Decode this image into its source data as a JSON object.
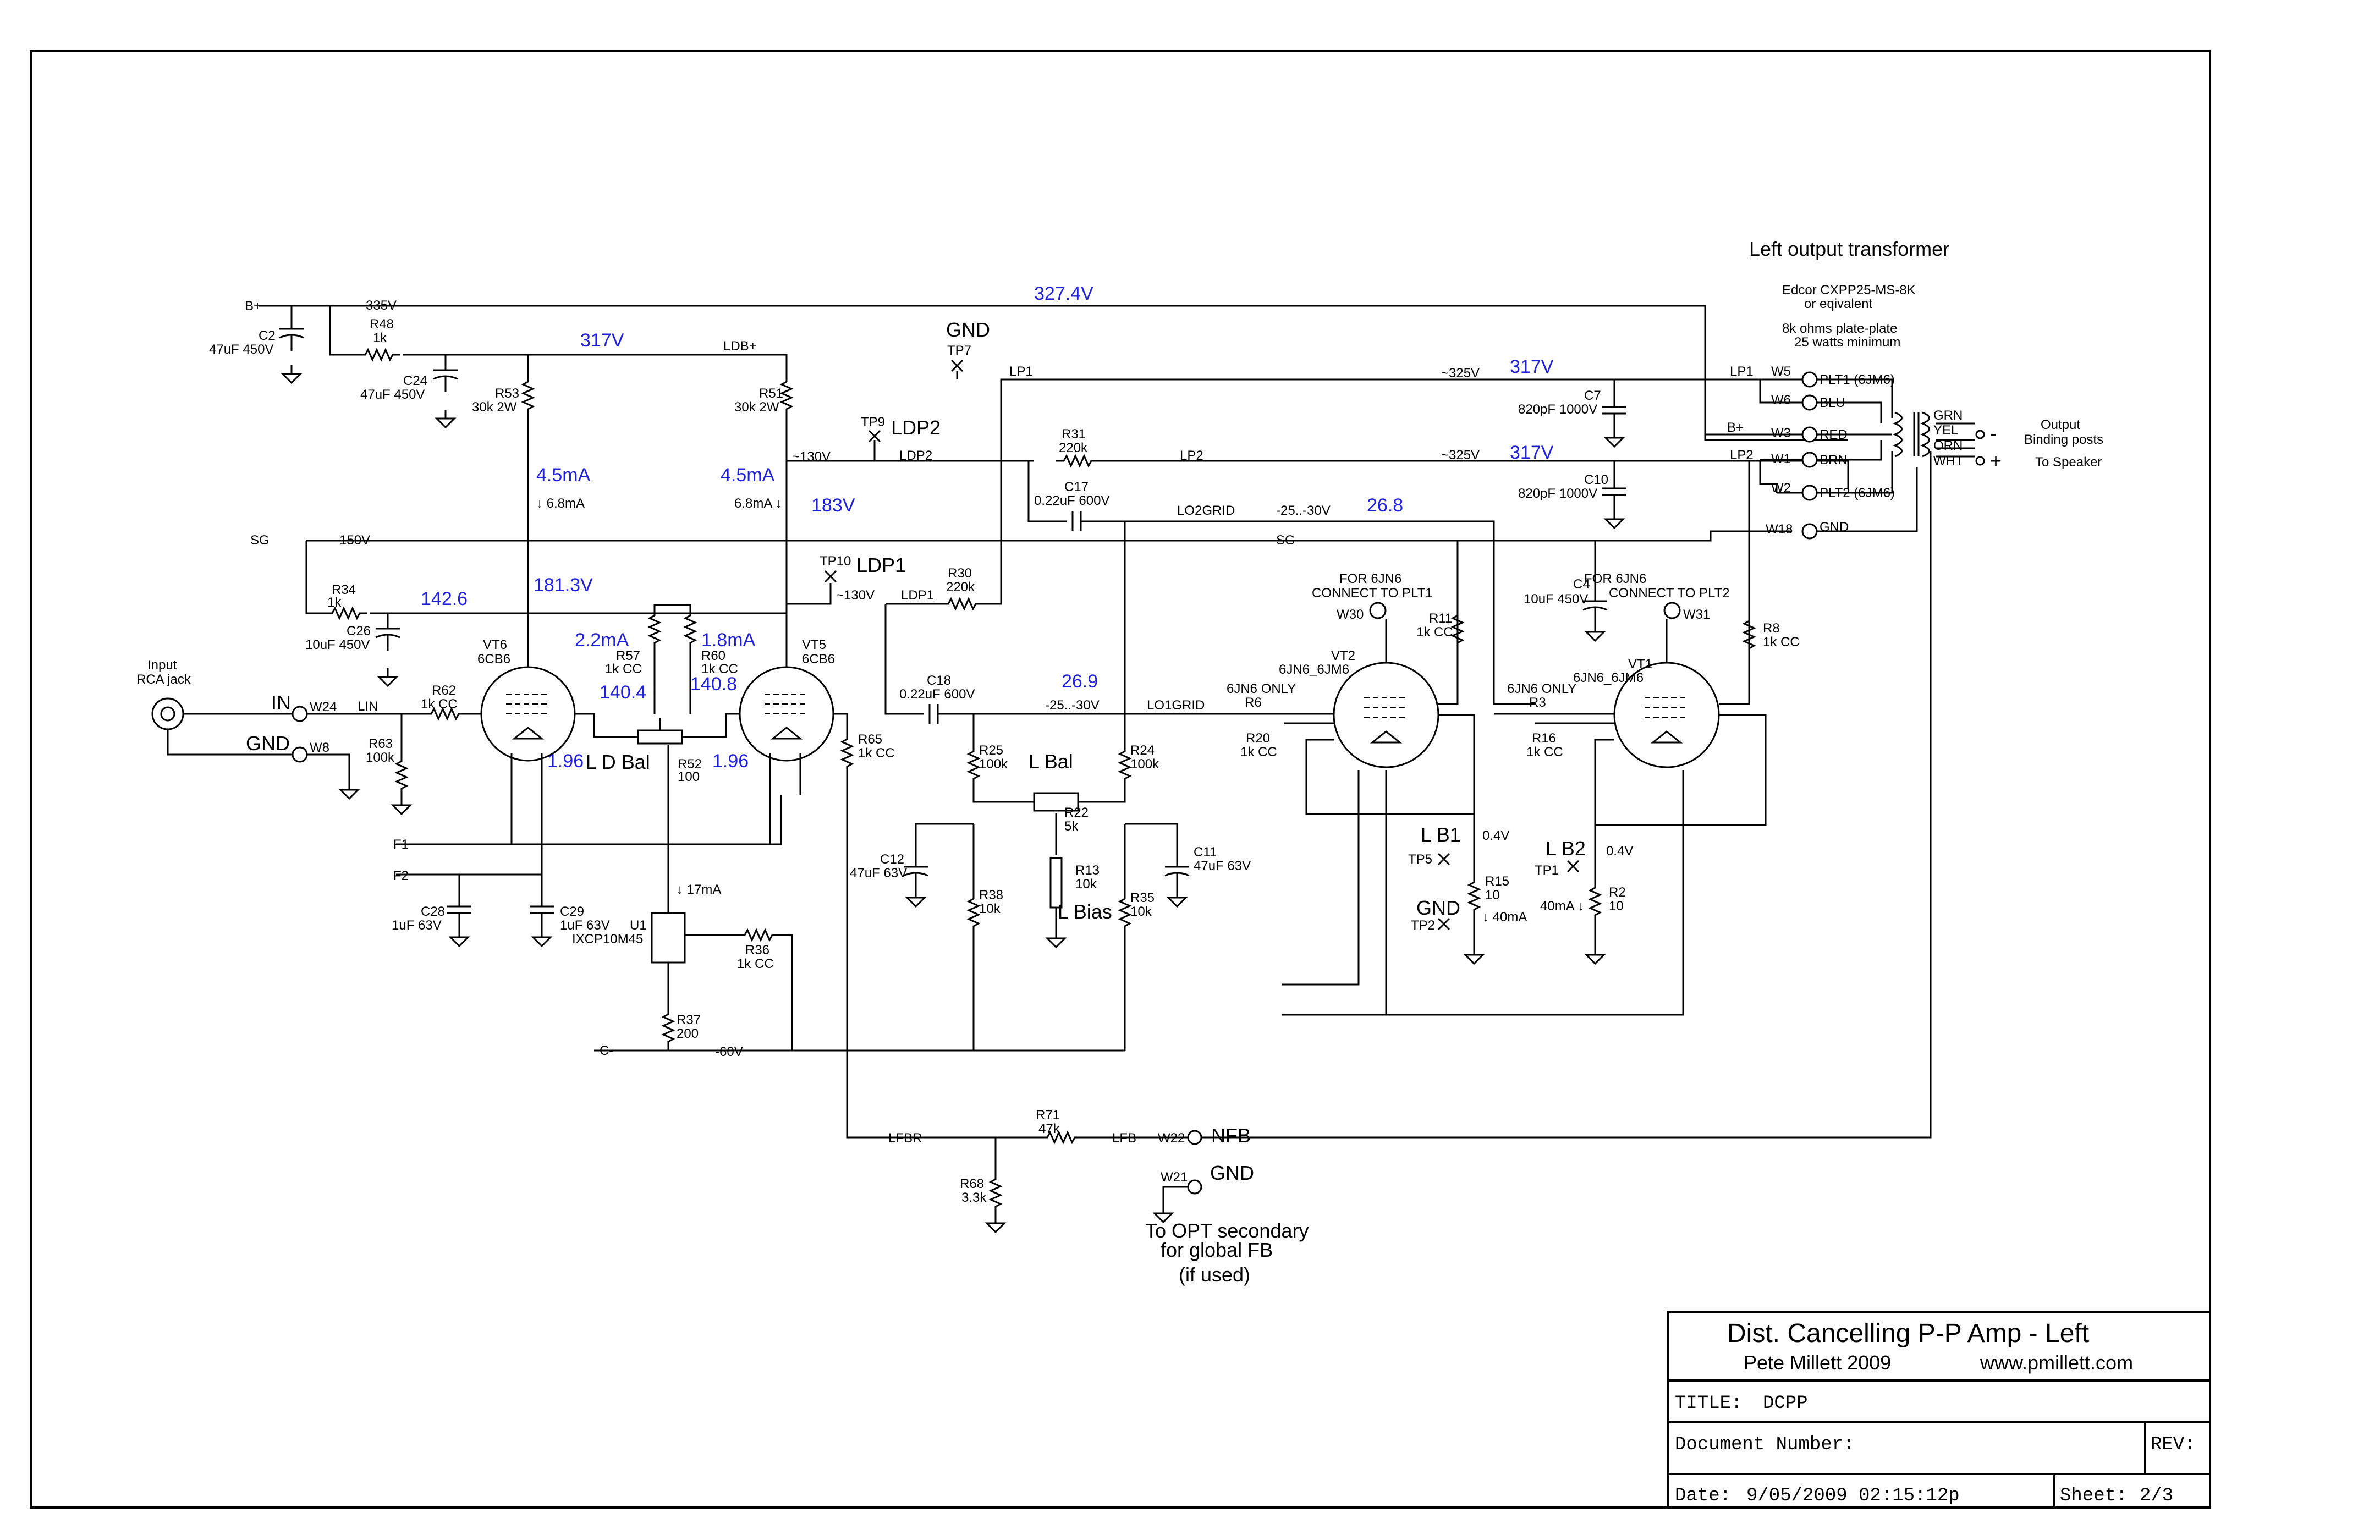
{
  "title_block": {
    "title": "Dist. Cancelling P-P Amp - Left",
    "author": "Pete Millett 2009",
    "url": "www.pmillett.com",
    "title_label": "TITLE:",
    "title_value": "DCPP",
    "doc_number_label": "Document Number:",
    "rev_label": "REV:",
    "date_label": "Date:",
    "date_value": "9/05/2009 02:15:12p",
    "sheet_label": "Sheet:",
    "sheet_value": "2/3"
  },
  "rails": {
    "bplus": "B+",
    "v335": "335V",
    "sg": "SG",
    "v150": "150V",
    "f1": "F1",
    "f2": "F2",
    "cminus": "C-",
    "vm60": "-60V",
    "ldbplus": "LDB+"
  },
  "blue": {
    "v327": "327.4V",
    "v317a": "317V",
    "v317b": "317V",
    "v317c": "317V",
    "ma45a": "4.5mA",
    "ma45b": "4.5mA",
    "v183": "183V",
    "v1813": "181.3V",
    "v1426": "142.6",
    "ma22": "2.2mA",
    "ma18": "1.8mA",
    "v1404": "140.4",
    "v1408": "140.8",
    "v196a": "1.96",
    "v196b": "1.96",
    "v269a": "26.9",
    "v268": "26.8"
  },
  "labels": {
    "input": "Input",
    "rca": "RCA jack",
    "in": "IN",
    "w24": "W24",
    "lin": "LIN",
    "gnd_in": "GND",
    "w8": "W8",
    "r62": "R62",
    "r62v": "1k CC",
    "r63": "R63",
    "r63v": "100k",
    "r34": "R34",
    "r34v": "1k",
    "c26": "C26",
    "c26v": "10uF 450V",
    "c2": "C2",
    "c2v": "47uF 450V",
    "r48": "R48",
    "r48v": "1k",
    "c24": "C24",
    "c24v": "47uF 450V",
    "r53": "R53",
    "r53v": "30k 2W",
    "r51": "R51",
    "r51v": "30k 2W",
    "ma68a": "↓ 6.8mA",
    "ma68b": "6.8mA ↓",
    "vt6": "VT6",
    "vt6t": "6CB6",
    "vt5": "VT5",
    "vt5t": "6CB6",
    "r57": "R57",
    "r57v": "1k CC",
    "r60": "R60",
    "r60v": "1k CC",
    "ldbal": "L D Bal",
    "r52": "R52",
    "r52v": "100",
    "ma17": "↓ 17mA",
    "u1": "U1",
    "u1t": "IXCP10M45",
    "r36": "R36",
    "r36v": "1k CC",
    "r37": "R37",
    "r37v": "200",
    "c28": "C28",
    "c28v": "1uF 63V",
    "c29": "C29",
    "c29v": "1uF 63V",
    "r65": "R65",
    "r65v": "1k CC",
    "tp9": "TP9",
    "ldp2": "LDP2",
    "tp10": "TP10",
    "ldp1": "LDP1",
    "gnd_tp7": "GND",
    "tp7": "TP7",
    "v130a": "~130V",
    "v130b": "~130V",
    "lp1": "LP1",
    "ldp2n": "LDP2",
    "ldp1n": "LDP1",
    "r31": "R31",
    "r31v": "220k",
    "r30": "R30",
    "r30v": "220k",
    "lp2": "LP2",
    "c17": "C17",
    "c17v": "0.22uF 600V",
    "lo2grid": "LO2GRID",
    "v2530a": "-25..-30V",
    "c18": "C18",
    "c18v": "0.22uF 600V",
    "v2530b": "-25..-30V",
    "lo1grid": "LO1GRID",
    "r25": "R25",
    "r25v": "100k",
    "r24": "R24",
    "r24v": "100k",
    "lbal": "L Bal",
    "r22": "R22",
    "r22v": "5k",
    "r13": "R13",
    "r13v": "10k",
    "lbias": "L Bias",
    "c12": "C12",
    "c12v": "47uF 63V",
    "c11": "C11",
    "c11v": "47uF 63V",
    "r38": "R38",
    "r38v": "10k",
    "r35": "R35",
    "r35v": "10k",
    "v325a": "~325V",
    "v325b": "~325V",
    "c7": "C7",
    "c7v": "820pF 1000V",
    "c10": "C10",
    "c10v": "820pF 1000V",
    "sg2": "SG",
    "for6jn6a": "FOR 6JN6",
    "conn1": "CONNECT TO PLT1",
    "w30": "W30",
    "for6jn6b": "FOR 6JN6",
    "conn2": "CONNECT TO PLT2",
    "w31": "W31",
    "r11": "R11",
    "r11v": "1k CC",
    "r8": "R8",
    "r8v": "1k CC",
    "c4": "C4",
    "c4v": "10uF 450V",
    "vt2": "VT2",
    "vt2t": "6JN6_6JM6",
    "vt1": "VT1",
    "vt1t": "6JN6_6JM6",
    "only6a": "6JN6 ONLY",
    "r6": "R6",
    "r20": "R20",
    "r20v": "1k CC",
    "only6b": "6JN6 ONLY",
    "r3": "R3",
    "r16": "R16",
    "r16v": "1k CC",
    "lb1": "L B1",
    "tp5": "TP5",
    "v04a": "0.4V",
    "r15": "R15",
    "r15v": "10",
    "gnd_tp2": "GND",
    "tp2": "TP2",
    "ma40a": "↓ 40mA",
    "lb2": "L B2",
    "tp1": "TP1",
    "v04b": "0.4V",
    "r2": "R2",
    "r2v": "10",
    "ma40b": "40mA ↓",
    "lfbr": "LFBR",
    "r71": "R71",
    "r71v": "47k",
    "lfb": "LFB",
    "w22": "W22",
    "nfb": "NFB",
    "r68": "R68",
    "r68v": "3.3k",
    "w21": "W21",
    "gnd_fb": "GND",
    "opt1": "To OPT secondary",
    "opt2": "for global FB",
    "opt3": "(if used)",
    "xfmr_title": "Left output transformer",
    "xfmr1": "Edcor CXPP25-MS-8K",
    "xfmr2": "or eqivalent",
    "xfmr3": "8k ohms plate-plate",
    "xfmr4": "25 watts minimum",
    "w5": "W5",
    "plt1": "PLT1 (6JM6)",
    "w6": "W6",
    "blu": "BLU",
    "bplus2": "B+",
    "w3": "W3",
    "red": "RED",
    "lp2b": "LP2",
    "w1": "W1",
    "brn": "BRN",
    "w2": "W2",
    "plt2": "PLT2 (6JM6)",
    "lp1b": "LP1",
    "w18": "W18",
    "gnd_w18": "GND",
    "grn": "GRN",
    "yel": "YEL",
    "orn": "ORN",
    "wht": "WHT",
    "minus": "-",
    "plus": "+",
    "out1": "Output",
    "out2": "Binding posts",
    "out3": "To Speaker"
  }
}
